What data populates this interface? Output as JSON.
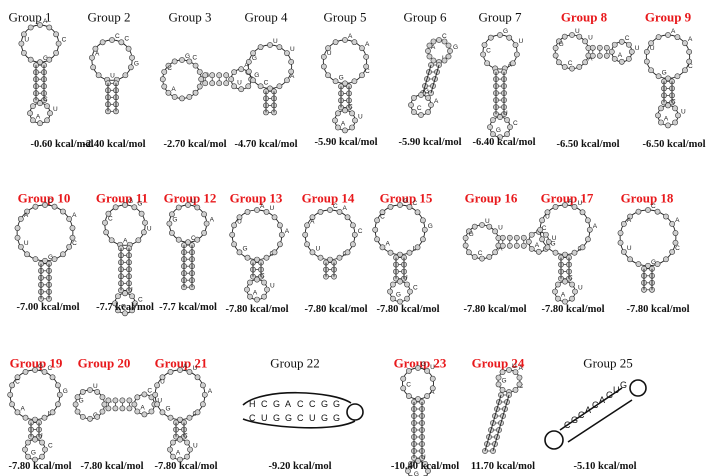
{
  "figure": {
    "highlight_color": "#e8191c",
    "groups": [
      {
        "label": "Group 1",
        "energy": "-0.60 kcal/mol",
        "highlight": false
      },
      {
        "label": "Group 2",
        "energy": "-2.40 kcal/mol",
        "highlight": false
      },
      {
        "label": "Group 3",
        "energy": "-2.70 kcal/mol",
        "highlight": false
      },
      {
        "label": "Group 4",
        "energy": "-4.70 kcal/mol",
        "highlight": false
      },
      {
        "label": "Group 5",
        "energy": "-5.90 kcal/mol",
        "highlight": false
      },
      {
        "label": "Group 6",
        "energy": "-5.90 kcal/mol",
        "highlight": false
      },
      {
        "label": "Group 7",
        "energy": "-6.40 kcal/mol",
        "highlight": false
      },
      {
        "label": "Group 8",
        "energy": "-6.50 kcal/mol",
        "highlight": true
      },
      {
        "label": "Group 9",
        "energy": "-6.50 kcal/mol",
        "highlight": true
      },
      {
        "label": "Group 10",
        "energy": "-7.00 kcal/mol",
        "highlight": true
      },
      {
        "label": "Group 11",
        "energy": "-7.7 kcal/mol",
        "highlight": true
      },
      {
        "label": "Group 12",
        "energy": "-7.7 kcal/mol",
        "highlight": true
      },
      {
        "label": "Group 13",
        "energy": "-7.80 kcal/mol",
        "highlight": true
      },
      {
        "label": "Group 14",
        "energy": "-7.80 kcal/mol",
        "highlight": true
      },
      {
        "label": "Group 15",
        "energy": "-7.80 kcal/mol",
        "highlight": true
      },
      {
        "label": "Group 16",
        "energy": "-7.80 kcal/mol",
        "highlight": true
      },
      {
        "label": "Group 17",
        "energy": "-7.80 kcal/mol",
        "highlight": true
      },
      {
        "label": "Group 18",
        "energy": "-7.80 kcal/mol",
        "highlight": true
      },
      {
        "label": "Group 19",
        "energy": "-7.80 kcal/mol",
        "highlight": true
      },
      {
        "label": "Group 20",
        "energy": "-7.80 kcal/mol",
        "highlight": true
      },
      {
        "label": "Group 21",
        "energy": "-7.80 kcal/mol",
        "highlight": true
      },
      {
        "label": "Group 22",
        "energy": "-9.20 kcal/mol",
        "highlight": false
      },
      {
        "label": "Group 23",
        "energy": "-10.40 kcal/mol",
        "highlight": true
      },
      {
        "label": "Group 24",
        "energy": "11.70 kcal/mol",
        "highlight": true
      },
      {
        "label": "Group 25",
        "energy": "-5.10 kcal/mol",
        "highlight": false
      }
    ]
  }
}
